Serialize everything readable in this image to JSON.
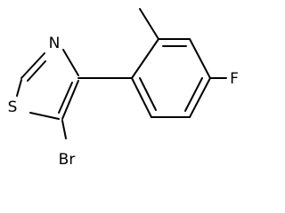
{
  "molecule": {
    "atoms": {
      "nitrogen": "N",
      "sulfur": "S",
      "bromine": "Br",
      "fluorine": "F"
    },
    "colors": {
      "bond": "#000000",
      "label": "#000000",
      "background": "#ffffff"
    }
  }
}
